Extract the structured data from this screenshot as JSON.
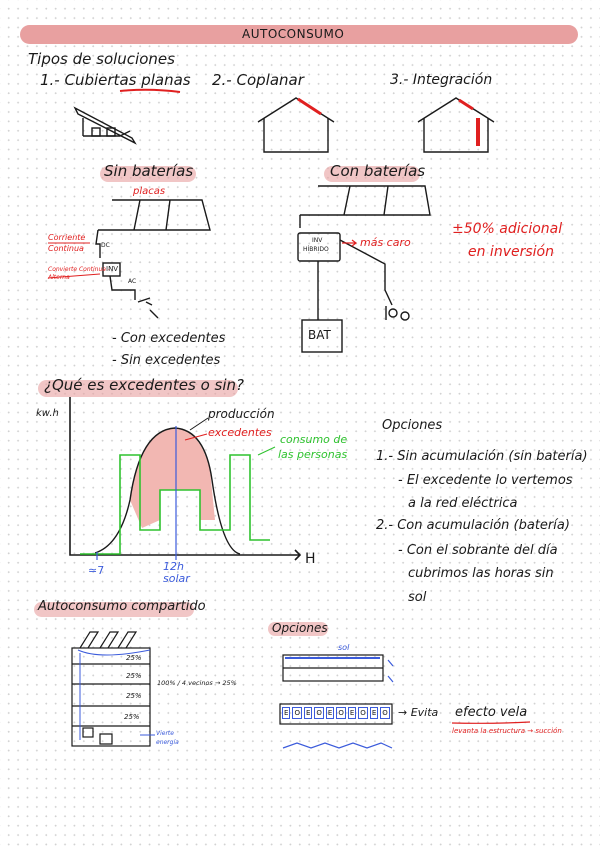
{
  "title": "AUTOCONSUMO",
  "sections": {
    "tipos": {
      "heading": "Tipos de soluciones",
      "items": [
        "1.- Cubiertas planas",
        "2.- Coplanar",
        "3.- Integración"
      ]
    },
    "sin_baterias": {
      "heading": "Sin baterías",
      "placas": "placas",
      "labels": [
        "Corriente Continua",
        "Convierte Continua - Alterna"
      ],
      "dc": "DC",
      "ac": "AC",
      "inv": "INV",
      "bullets": [
        "- Con excedentes",
        "- Sin excedentes"
      ]
    },
    "con_baterias": {
      "heading": "Con baterías",
      "inv_hybrid": [
        "INV",
        "HÍBRIDO"
      ],
      "mas_caro": "más caro",
      "bat": "BAT",
      "adicional": [
        "±50% adicional",
        "en inversión"
      ]
    },
    "excedentes": {
      "question": "¿Qué es excedentes o sin?",
      "ylabel": "kw.h",
      "xlabel": "H",
      "produccion": "producción",
      "excedentes_label": "excedentes",
      "consumo": [
        "consumo de",
        "las personas"
      ],
      "x_marks": [
        "≃7",
        "12h",
        "solar"
      ]
    },
    "opciones": {
      "heading": "Opciones",
      "lines": [
        "1.- Sin acumulación (sin batería)",
        "- El excedente lo vertemos",
        "a la red eléctrica",
        "2.- Con acumulación (batería)",
        "- Con el sobrante del día",
        "cubrimos las horas sin",
        "sol"
      ]
    },
    "compartido": {
      "heading": "Autoconsumo compartido",
      "floor_pcts": [
        "25%",
        "25%",
        "25%",
        "25%"
      ],
      "distribution": "100% / 4 vecinos → 25%",
      "vierte": [
        "Vierte",
        "energía"
      ]
    },
    "opciones2": {
      "heading": "Opciones",
      "sol": "sol",
      "cells": [
        "E",
        "O",
        "E",
        "O",
        "E",
        "O",
        "E",
        "O",
        "E",
        "O"
      ],
      "evita_prefix": "→ Evita",
      "efecto": "efecto vela",
      "levanta": "levanta la estructura → succión"
    }
  },
  "colors": {
    "highlight": "#e8a0a0",
    "red": "#e02020",
    "blue": "#3b5bdb",
    "green": "#2fc22f",
    "fill": "#f2b7b2"
  }
}
